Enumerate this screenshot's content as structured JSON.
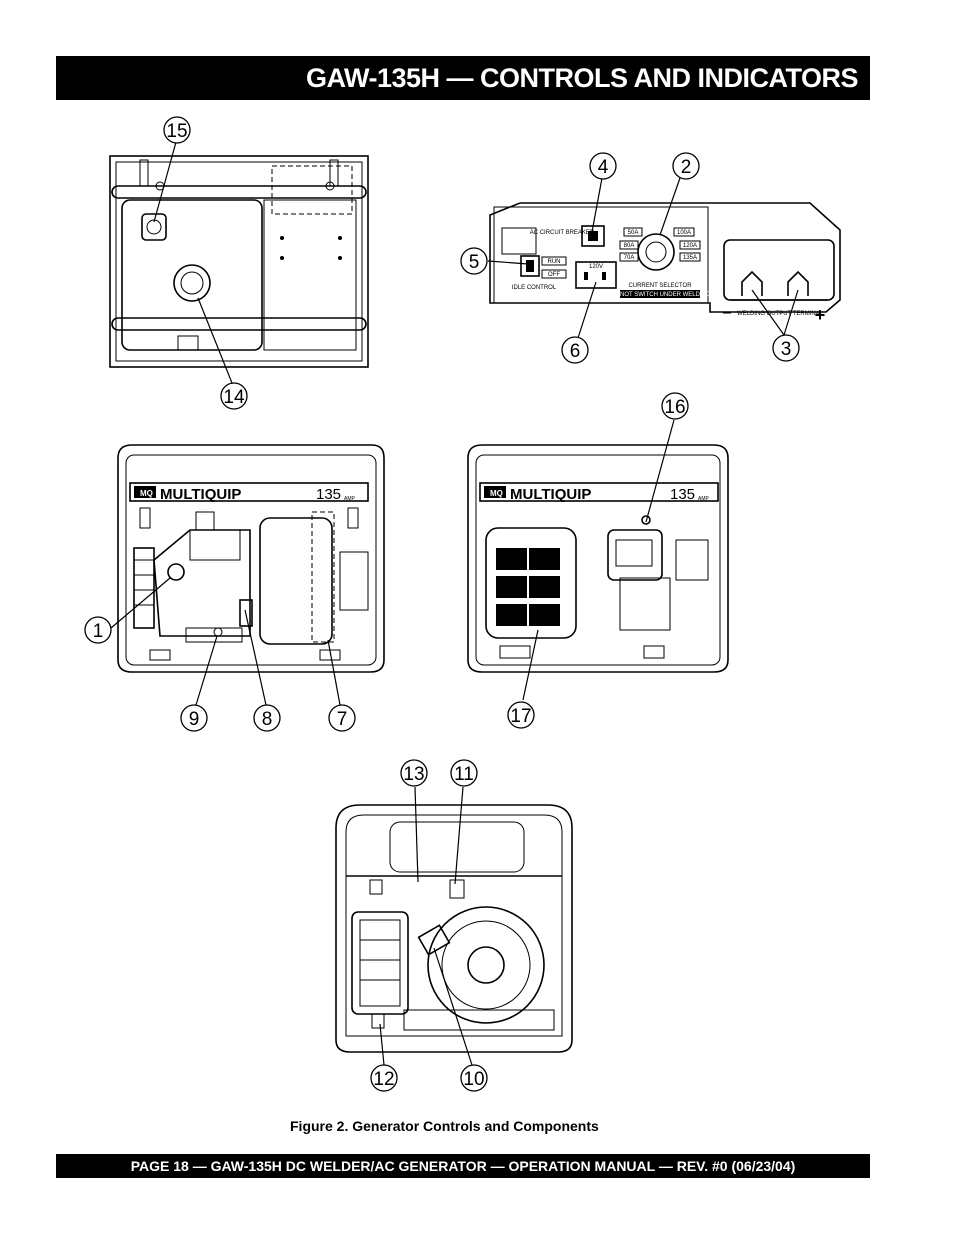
{
  "header": {
    "title": "GAW-135H — CONTROLS AND INDICATORS"
  },
  "figure": {
    "caption": "Figure 2.  Generator Controls and Components",
    "callouts": [
      "1",
      "2",
      "3",
      "4",
      "5",
      "6",
      "7",
      "8",
      "9",
      "10",
      "11",
      "12",
      "13",
      "14",
      "15",
      "16",
      "17"
    ],
    "panel_labels": {
      "ac_circuit_breaker": "AC CIRCUIT BREAKER",
      "run": "RUN",
      "off": "OFF",
      "idle_control": "IDLE CONTROL",
      "current_selector": "CURRENT SELECTOR",
      "do_not_switch": "DO NOT SWITCH UNDER WELDING",
      "welding_output_terminal": "WELDING OUTPUT TERMINAL",
      "minus": "−",
      "plus": "+",
      "voltage": "120V",
      "dial_settings": [
        "50A",
        "80A",
        "100A",
        "120A",
        "135A",
        "70A"
      ]
    },
    "brand": {
      "name": "MULTIQUIP",
      "logo_mark": "MQ",
      "rating": "135",
      "rating_unit": "AMP"
    }
  },
  "footer": {
    "text": "PAGE 18 — GAW-135H DC WELDER/AC GENERATOR —  OPERATION MANUAL — REV. #0 (06/23/04)"
  }
}
